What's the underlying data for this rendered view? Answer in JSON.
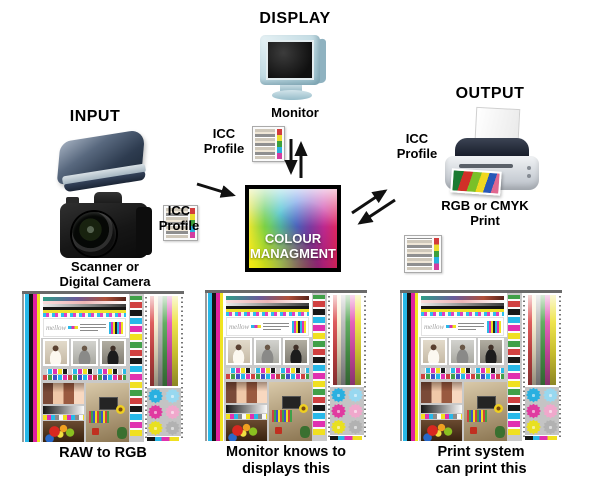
{
  "headings": {
    "display": "DISPLAY",
    "input": "INPUT",
    "output": "OUTPUT"
  },
  "labels": {
    "monitor": "Monitor",
    "scanner_line1": "Scanner or",
    "scanner_line2": "Digital Camera",
    "print_line1": "RGB or CMYK",
    "print_line2": "Print",
    "icc_line1": "ICC",
    "icc_line2": "Profile"
  },
  "cm_box": {
    "line1": "COLOUR",
    "line2": "MANAGMENT"
  },
  "figures": [
    {
      "caption_lines": [
        "RAW to RGB"
      ]
    },
    {
      "caption_lines": [
        "Monitor knows to",
        "displays this"
      ]
    },
    {
      "caption_lines": [
        "Print system",
        "can print this"
      ]
    }
  ],
  "test_chart": {
    "logo_text": "mellow"
  },
  "icons": {
    "monitor": "crt-monitor",
    "scanner": "flatbed-scanner",
    "camera": "digital-camera",
    "printer": "inkjet-printer",
    "icc_profile": "test-chart-thumbnail",
    "arrows": "black-workflow-arrows"
  },
  "colors": {
    "arrow": "#111111",
    "cm_box_border": "#000000",
    "cm_box_text": "#ffffff",
    "background": "#ffffff"
  }
}
